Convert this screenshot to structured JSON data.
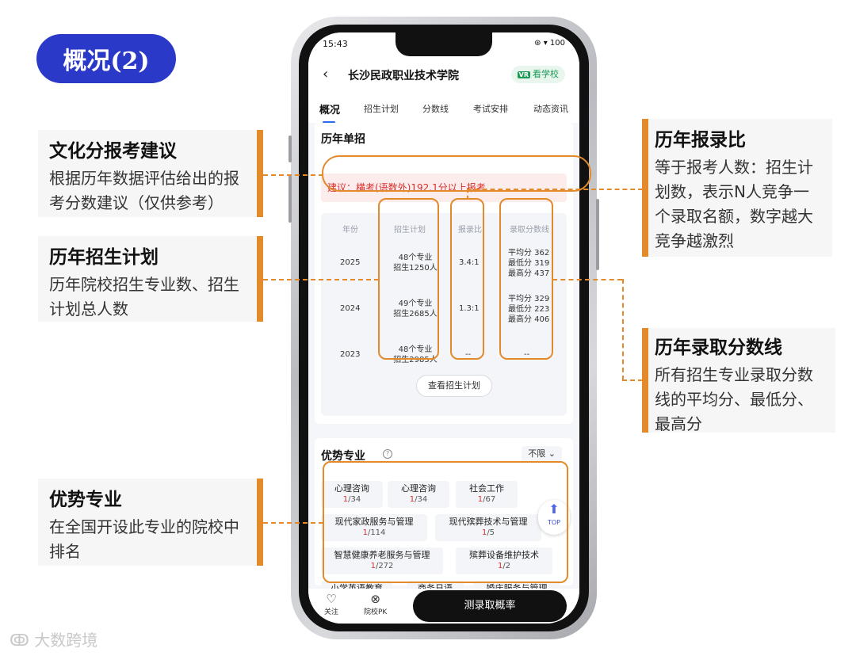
{
  "slide": {
    "badge": "概况(2)",
    "watermark": "大数跨境"
  },
  "notes": {
    "culture": {
      "title": "文化分报考建议",
      "body": "根据历年数据评估给出的报考分数建议（仅供参考）"
    },
    "plan": {
      "title": "历年招生计划",
      "body": "历年院校招生专业数、招生计划总人数"
    },
    "advantage": {
      "title": "优势专业",
      "body": "在全国开设此专业的院校中排名"
    },
    "ratio": {
      "title": "历年报录比",
      "body": "等于报考人数：招生计划数，表示N人竞争一个录取名额，数字越大竞争越激烈"
    },
    "scoreline": {
      "title": "历年录取分数线",
      "body": "所有招生专业录取分数线的平均分、最低分、最高分"
    }
  },
  "phone": {
    "status": {
      "time": "15:43",
      "icons": "⊛ ▾ 100"
    },
    "nav": {
      "back": "‹",
      "title": "长沙民政职业技术学院",
      "vr_tag": "VR",
      "vr_label": "看学校"
    },
    "tabs": [
      "概况",
      "招生计划",
      "分数线",
      "考试安排",
      "动态资讯"
    ],
    "section1_title": "历年单招",
    "advice": "建议：横考(语数外)192.1分以上报考",
    "table": {
      "headers": [
        "年份",
        "招生计划",
        "报录比",
        "录取分数线"
      ],
      "rows": [
        {
          "year": "2025",
          "plan1": "48个专业",
          "plan2": "招生1250人",
          "ratio": "3.4:1",
          "avg": "平均分 362",
          "min": "最低分 319",
          "max": "最高分 437"
        },
        {
          "year": "2024",
          "plan1": "49个专业",
          "plan2": "招生2685人",
          "ratio": "1.3:1",
          "avg": "平均分 329",
          "min": "最低分 223",
          "max": "最高分 406"
        },
        {
          "year": "2023",
          "plan1": "48个专业",
          "plan2": "招生2985人",
          "ratio": "--",
          "avg": "--",
          "min": "",
          "max": ""
        }
      ],
      "view_plan": "查看招生计划"
    },
    "section2_title": "优势专业",
    "help": "?",
    "filter": "不限 ⌄",
    "majors": [
      {
        "name": "心理咨询",
        "rank": "1",
        "total": "/34"
      },
      {
        "name": "心理咨询",
        "rank": "1",
        "total": "/34"
      },
      {
        "name": "社会工作",
        "rank": "1",
        "total": "/67"
      },
      {
        "name": "现代家政服务与管理",
        "rank": "1",
        "total": "/114"
      },
      {
        "name": "现代殡葬技术与管理",
        "rank": "1",
        "total": "/5"
      },
      {
        "name": "智慧健康养老服务与管理",
        "rank": "1",
        "total": "/272"
      },
      {
        "name": "殡葬设备维护技术",
        "rank": "1",
        "total": "/2"
      },
      {
        "name": "小学英语教育",
        "rank": "",
        "total": ""
      },
      {
        "name": "商务日语",
        "rank": "",
        "total": ""
      },
      {
        "name": "婚庆服务与管理",
        "rank": "",
        "total": ""
      }
    ],
    "top_label": "TOP",
    "bottom": {
      "follow": "关注",
      "pk": "院校PK",
      "cta": "测录取概率"
    }
  }
}
